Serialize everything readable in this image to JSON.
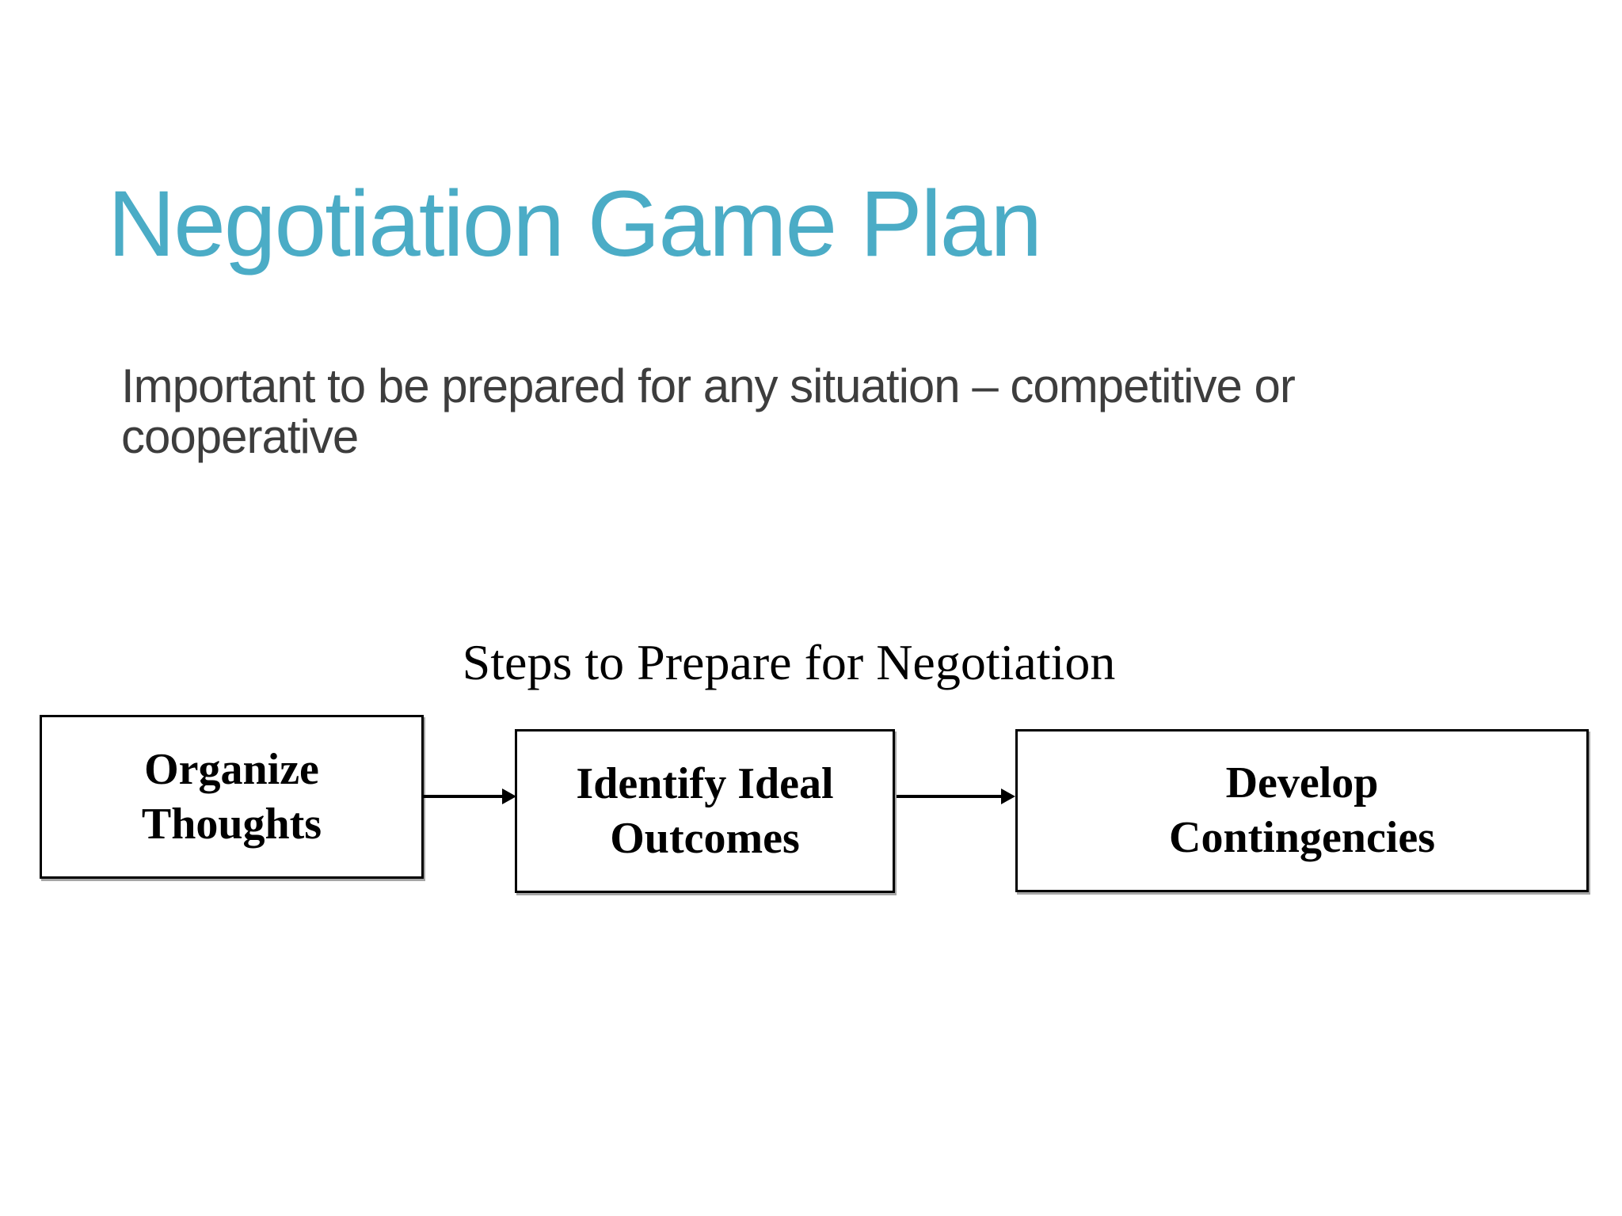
{
  "slide": {
    "title": "Negotiation Game Plan",
    "subtitle": {
      "line1": "Important to be prepared for any situation – competitive or",
      "line2": "cooperative"
    },
    "diagram": {
      "heading": "Steps to Prepare for Negotiation",
      "steps": [
        {
          "line1": "Organize",
          "line2": "Thoughts"
        },
        {
          "line1": "Identify Ideal",
          "line2": "Outcomes"
        },
        {
          "line1": "Develop",
          "line2": "Contingencies"
        }
      ],
      "connectors": [
        "arrow-right",
        "arrow-right"
      ]
    },
    "colors": {
      "title_text": "#4BACC6",
      "subtitle_text": "#3D3D3D",
      "diagram_text": "#000000",
      "box_border": "#000000",
      "box_fill": "#FFFFFF",
      "arrow": "#000000",
      "background": "#FFFFFF"
    }
  }
}
